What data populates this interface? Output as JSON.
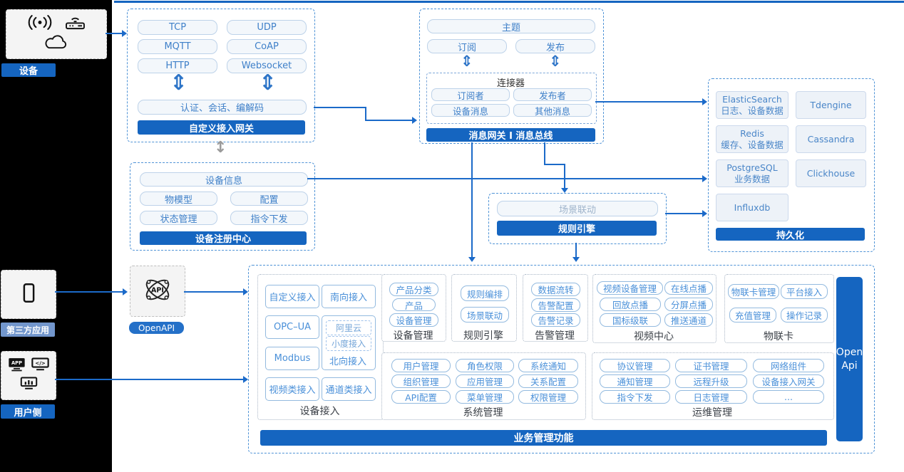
{
  "icons": {
    "double_arrow": "⇕",
    "updown": "↕"
  },
  "left_rail": {
    "device_label": "设备",
    "third_party_label": "第三方应用",
    "user_label": "用户侧"
  },
  "gateway": {
    "protocols": [
      "TCP",
      "UDP",
      "MQTT",
      "CoAP",
      "HTTP",
      "Websocket"
    ],
    "session": "认证、会话、编解码",
    "title": "自定义接入网关"
  },
  "registry": {
    "device_info": "设备信息",
    "items": [
      "物模型",
      "配置",
      "状态管理",
      "指令下发"
    ],
    "title": "设备注册中心"
  },
  "message_bus": {
    "topic": "主题",
    "subscribe": "订阅",
    "publish": "发布",
    "connector_title": "连接器",
    "connector_items": [
      "订阅者",
      "发布者",
      "设备消息",
      "其他消息"
    ],
    "title": "消息网关 I 消息总线"
  },
  "rule_engine_box": {
    "scene": "场景联动",
    "title": "规则引擎"
  },
  "persistence": {
    "title": "持久化",
    "stores": [
      {
        "name": "ElasticSearch",
        "desc": "日志、设备数据"
      },
      {
        "name": "Tdengine",
        "desc": ""
      },
      {
        "name": "Redis",
        "desc": "缓存、设备数据"
      },
      {
        "name": "Cassandra",
        "desc": ""
      },
      {
        "name": "PostgreSQL",
        "desc": "业务数据"
      },
      {
        "name": "Clickhouse",
        "desc": ""
      },
      {
        "name": "Influxdb",
        "desc": ""
      }
    ]
  },
  "openapi": {
    "label": "OpenAPI"
  },
  "business": {
    "title": "业务管理功能",
    "open_api": {
      "line1": "Open",
      "line2": "Api"
    },
    "device_access": {
      "title": "设备接入",
      "pills": [
        "自定义接入",
        "南向接入",
        "OPC–UA",
        "Modbus",
        "视频类接入",
        "通道类接入"
      ],
      "north_title": "北向接入",
      "north_items": [
        "阿里云",
        "小度接入"
      ]
    },
    "device_mgmt": {
      "title": "设备管理",
      "items": [
        "产品分类",
        "产品",
        "设备管理"
      ]
    },
    "rule": {
      "title": "规则引擎",
      "items": [
        "规则编排",
        "场景联动"
      ]
    },
    "alarm": {
      "title": "告警管理",
      "items": [
        "数据流转",
        "告警配置",
        "告警记录"
      ]
    },
    "video": {
      "title": "视频中心",
      "items": [
        "视频设备管理",
        "在线点播",
        "回放点播",
        "分屏点播",
        "国标级联",
        "推送通道"
      ]
    },
    "iot_card": {
      "title": "物联卡",
      "items": [
        "物联卡管理",
        "平台接入",
        "充值管理",
        "操作记录"
      ]
    },
    "system": {
      "title": "系统管理",
      "items": [
        "用户管理",
        "角色权限",
        "系统通知",
        "组织管理",
        "应用管理",
        "关系配置",
        "API配置",
        "菜单管理",
        "权限管理"
      ]
    },
    "ops": {
      "title": "运维管理",
      "items": [
        "协议管理",
        "证书管理",
        "网络组件",
        "通知管理",
        "远程升级",
        "设备接入网关",
        "指令下发",
        "日志管理",
        "..."
      ]
    }
  },
  "colors": {
    "accent": "#1565c0",
    "light_label": "#7296cc",
    "arrow": "#1b6ac9"
  }
}
